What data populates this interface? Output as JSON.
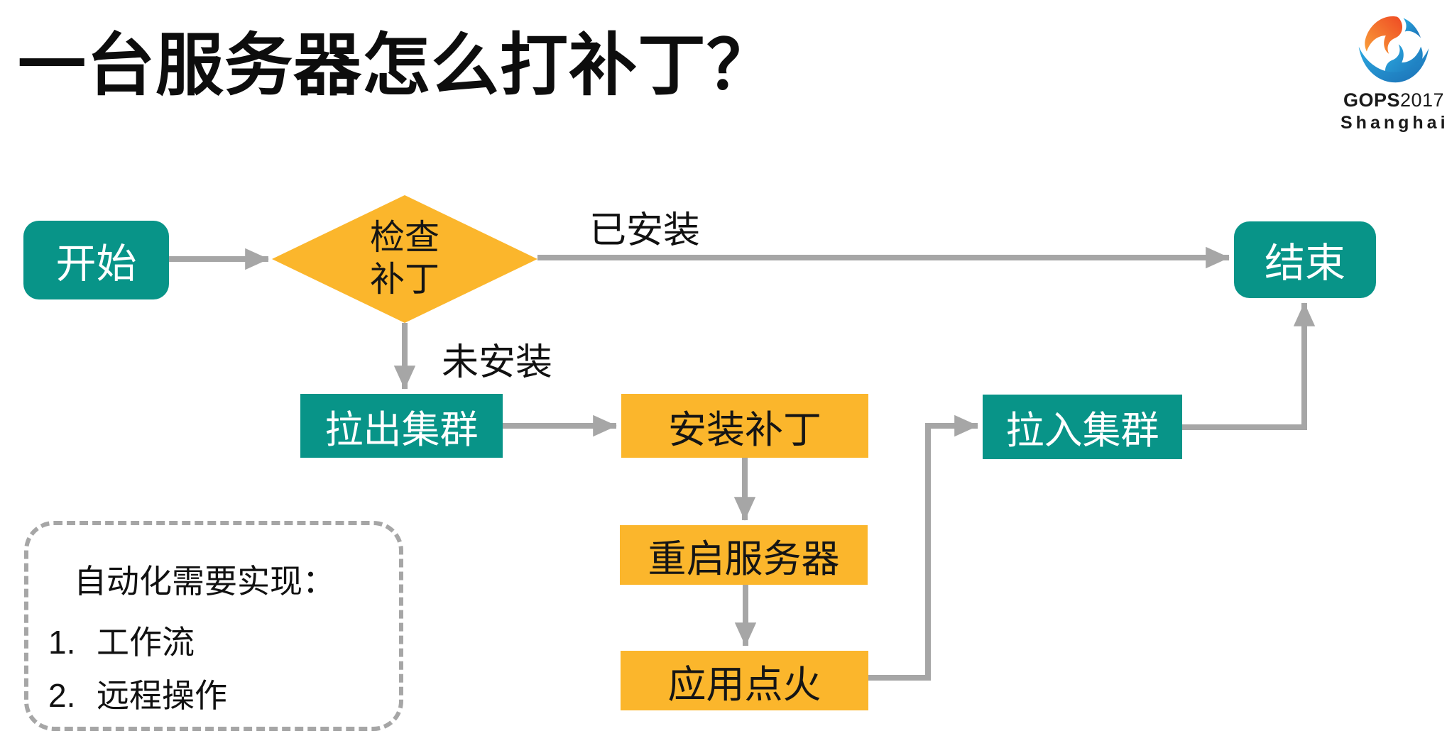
{
  "title": "一台服务器怎么打补丁？",
  "logo": {
    "brand_bold": "GOPS",
    "brand_year": "2017",
    "subtitle": "Shanghai"
  },
  "colors": {
    "teal": "#089488",
    "yellow": "#FBB62C",
    "arrow_gray": "#A6A6A6",
    "logo_orange": "#EF4A23",
    "logo_blue": "#1F8FD0"
  },
  "flowchart": {
    "nodes": {
      "start": {
        "label": "开始"
      },
      "check": {
        "label_lines": [
          "检查",
          "补丁"
        ]
      },
      "end": {
        "label": "结束"
      },
      "pull_out": {
        "label": "拉出集群"
      },
      "install": {
        "label": "安装补丁"
      },
      "restart": {
        "label": "重启服务器"
      },
      "ignite": {
        "label": "应用点火"
      },
      "pull_in": {
        "label": "拉入集群"
      }
    },
    "edge_labels": {
      "installed": "已安装",
      "not_installed": "未安装"
    }
  },
  "note": {
    "heading": "自动化需要实现：",
    "items": [
      {
        "num": "1.",
        "text": "工作流"
      },
      {
        "num": "2.",
        "text": "远程操作"
      }
    ]
  }
}
